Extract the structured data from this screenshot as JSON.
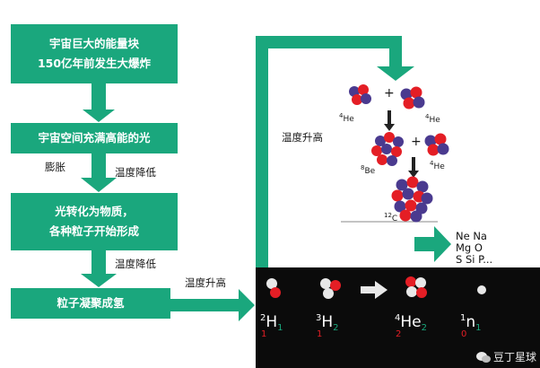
{
  "colors": {
    "green": "#1aa77d",
    "arrow": "#1aa77d",
    "red": "#e41e25",
    "blue": "#4a3a8f",
    "stripe": "#0b0b0b"
  },
  "flow": {
    "box1": {
      "line1": "宇宙巨大的能量块",
      "line2": "150亿年前发生大爆炸"
    },
    "box2": {
      "line1": "宇宙空间充满高能的光"
    },
    "label_expand": "膨胀",
    "label_cool1": "温度降低",
    "box3": {
      "line1": "光转化为物质，",
      "line2": "各种粒子开始形成"
    },
    "label_cool2": "温度降低",
    "box4": {
      "line1": "粒子凝聚成氢"
    },
    "label_heat1": "温度升高"
  },
  "fusion": {
    "label_heat2": "温度升高",
    "he_left": {
      "mass": "4",
      "symbol": "He"
    },
    "he_right": {
      "mass": "4",
      "symbol": "He"
    },
    "be": {
      "mass": "8",
      "symbol": "Be"
    },
    "he_right2": {
      "mass": "4",
      "symbol": "He"
    },
    "carbon": {
      "mass": "12",
      "symbol": "C"
    },
    "plus": "+",
    "elements": [
      "Ne Na",
      "Mg O",
      "S Si P..."
    ]
  },
  "isotopes": [
    {
      "mass": "2",
      "symbol": "H",
      "protons": "1",
      "neutrons": "1"
    },
    {
      "mass": "3",
      "symbol": "H",
      "protons": "1",
      "neutrons": "2"
    },
    {
      "mass": "4",
      "symbol": "He",
      "protons": "2",
      "neutrons": "2"
    },
    {
      "mass": "1",
      "symbol": "n",
      "protons": "0",
      "neutrons": "1"
    }
  ],
  "watermark": {
    "icon": "wechat-icon",
    "text": "豆丁星球"
  }
}
